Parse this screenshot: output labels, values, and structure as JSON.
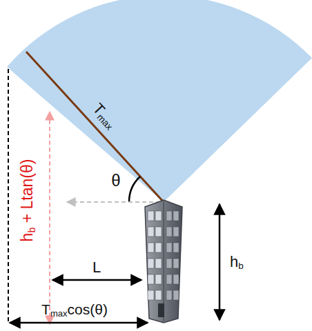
{
  "diagram": {
    "labels": [
      "Tmax",
      "θ",
      "hb + Ltan(θ)",
      "L",
      "hb",
      "Tmaxcos(θ)"
    ]
  }
}
